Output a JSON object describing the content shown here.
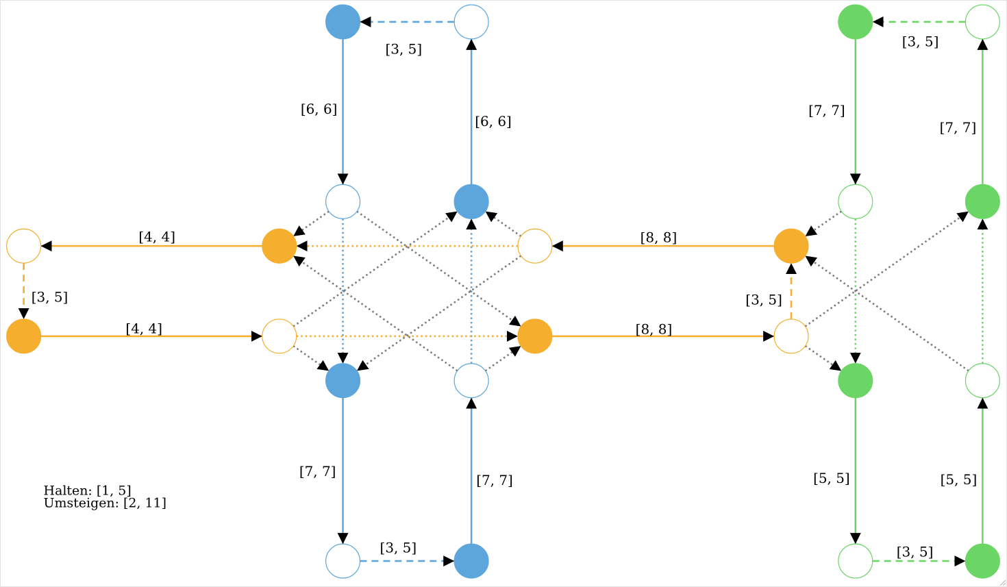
{
  "colors": {
    "blue": "#5ca6dc",
    "orange": "#f5ae2e",
    "green": "#6bd566",
    "gray": "#7a7a7a",
    "arrow": "#000000",
    "white": "#ffffff"
  },
  "legend": {
    "hold": "Halten: [1, 5]",
    "transfer": "Umsteigen: [2, 11]"
  },
  "nodes": [
    {
      "id": "b_tl",
      "color": "blue",
      "filled": true
    },
    {
      "id": "b_tr",
      "color": "blue",
      "filled": false
    },
    {
      "id": "b_ml",
      "color": "blue",
      "filled": false
    },
    {
      "id": "b_mr",
      "color": "blue",
      "filled": true
    },
    {
      "id": "b_ll",
      "color": "blue",
      "filled": true
    },
    {
      "id": "b_lr",
      "color": "blue",
      "filled": false
    },
    {
      "id": "b_bl",
      "color": "blue",
      "filled": false
    },
    {
      "id": "b_br",
      "color": "blue",
      "filled": true
    },
    {
      "id": "o_l1",
      "color": "orange",
      "filled": false
    },
    {
      "id": "o_l2",
      "color": "orange",
      "filled": true
    },
    {
      "id": "o_c1",
      "color": "orange",
      "filled": true
    },
    {
      "id": "o_c2",
      "color": "orange",
      "filled": false
    },
    {
      "id": "o_c3",
      "color": "orange",
      "filled": false
    },
    {
      "id": "o_c4",
      "color": "orange",
      "filled": true
    },
    {
      "id": "o_r1",
      "color": "orange",
      "filled": true
    },
    {
      "id": "o_r2",
      "color": "orange",
      "filled": false
    },
    {
      "id": "g_tl",
      "color": "green",
      "filled": true
    },
    {
      "id": "g_tr",
      "color": "green",
      "filled": false
    },
    {
      "id": "g_ml",
      "color": "green",
      "filled": false
    },
    {
      "id": "g_mr",
      "color": "green",
      "filled": true
    },
    {
      "id": "g_ll",
      "color": "green",
      "filled": true
    },
    {
      "id": "g_lr",
      "color": "green",
      "filled": false
    },
    {
      "id": "g_bl",
      "color": "green",
      "filled": false
    },
    {
      "id": "g_br",
      "color": "green",
      "filled": true
    }
  ],
  "edges": [
    {
      "from": "b_tr",
      "to": "b_tl",
      "color": "blue",
      "style": "dashed",
      "label": "[3, 5]"
    },
    {
      "from": "b_tl",
      "to": "b_ml",
      "color": "blue",
      "style": "solid",
      "label": "[6, 6]"
    },
    {
      "from": "b_mr",
      "to": "b_tr",
      "color": "blue",
      "style": "solid",
      "label": "[6, 6]"
    },
    {
      "from": "b_ml",
      "to": "b_ll",
      "color": "blue",
      "style": "dotted",
      "label": ""
    },
    {
      "from": "b_lr",
      "to": "b_mr",
      "color": "blue",
      "style": "dotted",
      "label": ""
    },
    {
      "from": "b_ll",
      "to": "b_bl",
      "color": "blue",
      "style": "solid",
      "label": "[7, 7]"
    },
    {
      "from": "b_br",
      "to": "b_lr",
      "color": "blue",
      "style": "solid",
      "label": "[7, 7]"
    },
    {
      "from": "b_bl",
      "to": "b_br",
      "color": "blue",
      "style": "dashed",
      "label": "[3, 5]"
    },
    {
      "from": "o_c1",
      "to": "o_l1",
      "color": "orange",
      "style": "solid",
      "label": "[4, 4]"
    },
    {
      "from": "o_l1",
      "to": "o_l2",
      "color": "orange",
      "style": "dashed",
      "label": "[3, 5]"
    },
    {
      "from": "o_l2",
      "to": "o_c2",
      "color": "orange",
      "style": "solid",
      "label": "[4, 4]"
    },
    {
      "from": "o_c3",
      "to": "o_c1",
      "color": "orange",
      "style": "dotted",
      "label": ""
    },
    {
      "from": "o_c2",
      "to": "o_c4",
      "color": "orange",
      "style": "dotted",
      "label": ""
    },
    {
      "from": "o_r1",
      "to": "o_c3",
      "color": "orange",
      "style": "solid",
      "label": "[8, 8]"
    },
    {
      "from": "o_c4",
      "to": "o_r2",
      "color": "orange",
      "style": "solid",
      "label": "[8, 8]"
    },
    {
      "from": "o_r2",
      "to": "o_r1",
      "color": "orange",
      "style": "dashed",
      "label": "[3, 5]"
    },
    {
      "from": "g_tr",
      "to": "g_tl",
      "color": "green",
      "style": "dashed",
      "label": "[3, 5]"
    },
    {
      "from": "g_tl",
      "to": "g_ml",
      "color": "green",
      "style": "solid",
      "label": "[7, 7]"
    },
    {
      "from": "g_mr",
      "to": "g_tr",
      "color": "green",
      "style": "solid",
      "label": "[7, 7]"
    },
    {
      "from": "g_ml",
      "to": "g_ll",
      "color": "green",
      "style": "dotted",
      "label": ""
    },
    {
      "from": "g_lr",
      "to": "g_mr",
      "color": "green",
      "style": "dotted",
      "label": ""
    },
    {
      "from": "g_ll",
      "to": "g_bl",
      "color": "green",
      "style": "solid",
      "label": "[5, 5]"
    },
    {
      "from": "g_br",
      "to": "g_lr",
      "color": "green",
      "style": "solid",
      "label": "[5, 5]"
    },
    {
      "from": "g_bl",
      "to": "g_br",
      "color": "green",
      "style": "dashed",
      "label": "[3, 5]"
    },
    {
      "from": "b_ml",
      "to": "o_c1",
      "color": "gray",
      "style": "dotted",
      "label": ""
    },
    {
      "from": "b_ml",
      "to": "o_c4",
      "color": "gray",
      "style": "dotted",
      "label": ""
    },
    {
      "from": "o_c3",
      "to": "b_mr",
      "color": "gray",
      "style": "dotted",
      "label": ""
    },
    {
      "from": "o_c3",
      "to": "b_ll",
      "color": "gray",
      "style": "dotted",
      "label": ""
    },
    {
      "from": "o_c2",
      "to": "b_mr",
      "color": "gray",
      "style": "dotted",
      "label": ""
    },
    {
      "from": "o_c2",
      "to": "b_ll",
      "color": "gray",
      "style": "dotted",
      "label": ""
    },
    {
      "from": "b_lr",
      "to": "o_c1",
      "color": "gray",
      "style": "dotted",
      "label": ""
    },
    {
      "from": "b_lr",
      "to": "o_c4",
      "color": "gray",
      "style": "dotted",
      "label": ""
    },
    {
      "from": "g_ml",
      "to": "o_r1",
      "color": "gray",
      "style": "dotted",
      "label": ""
    },
    {
      "from": "g_lr",
      "to": "o_r1",
      "color": "gray",
      "style": "dotted",
      "label": ""
    },
    {
      "from": "o_r2",
      "to": "g_mr",
      "color": "gray",
      "style": "dotted",
      "label": ""
    },
    {
      "from": "o_r2",
      "to": "g_ll",
      "color": "gray",
      "style": "dotted",
      "label": ""
    }
  ]
}
